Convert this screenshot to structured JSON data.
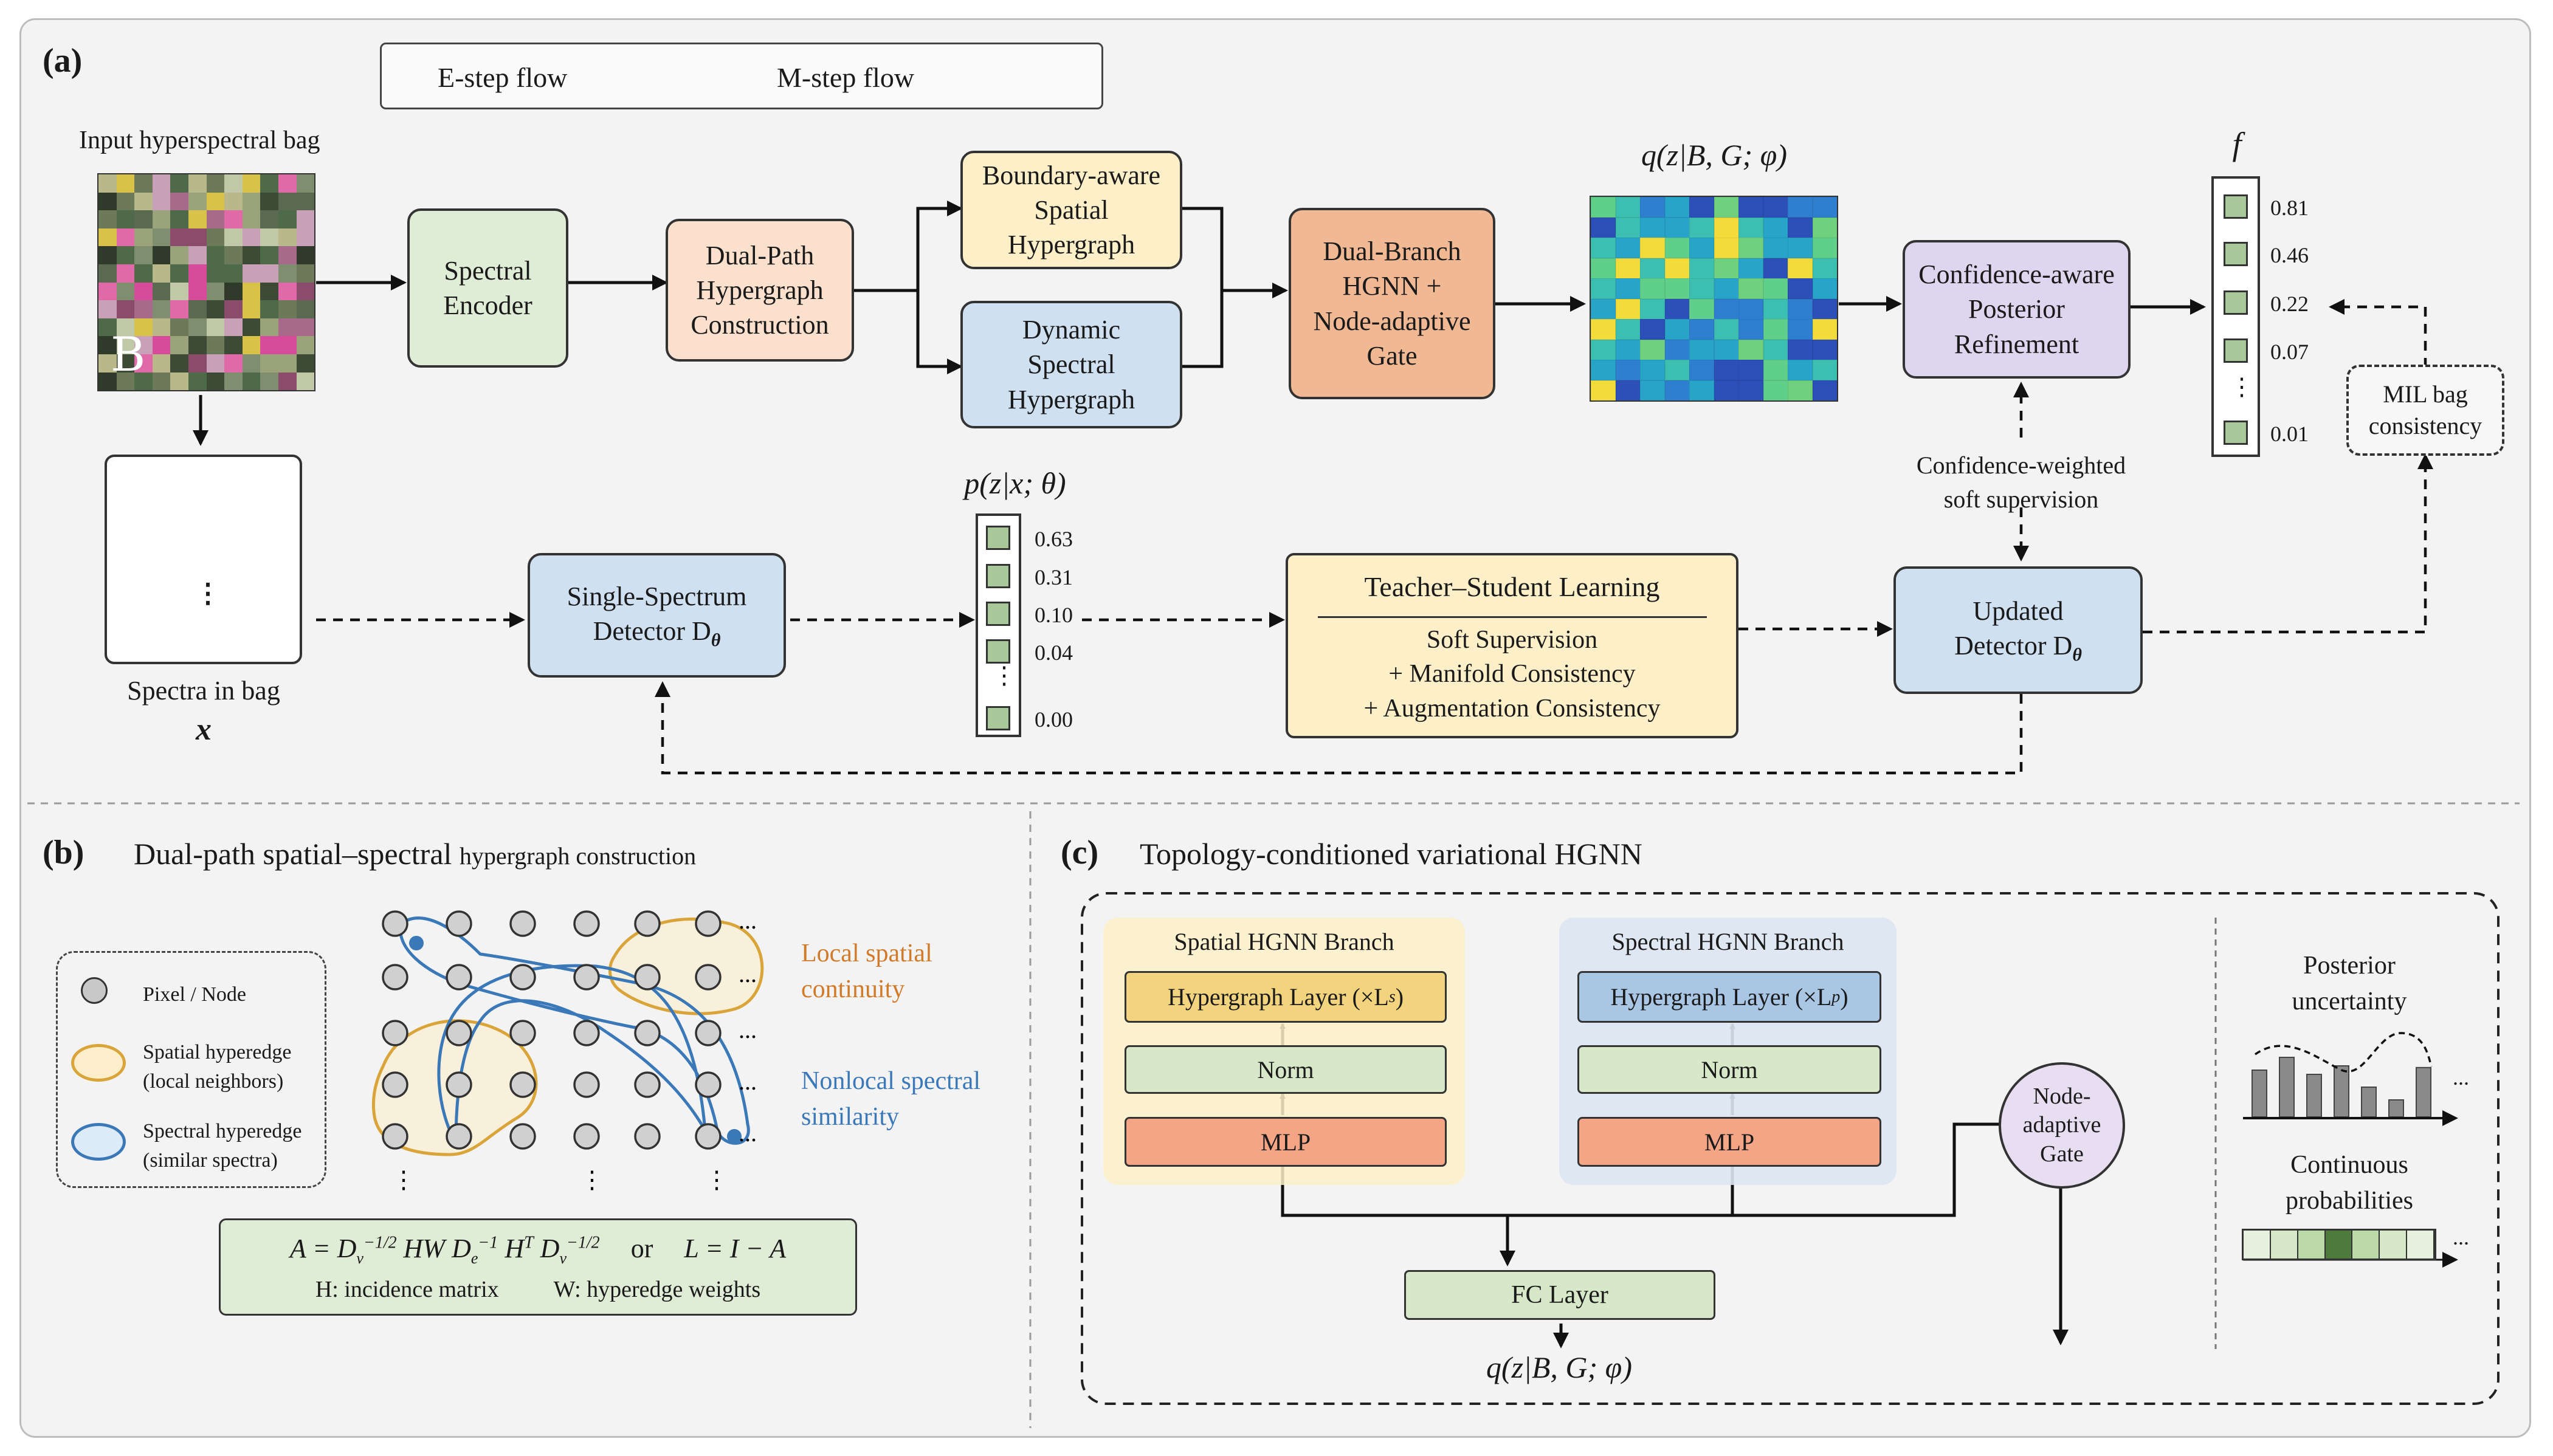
{
  "panel_a": {
    "label": "(a)",
    "legend": {
      "estep": "E-step flow",
      "mstep": "M-step flow"
    },
    "input_label": "Input hyperspectral bag",
    "bag_letter": "B",
    "spectral_encoder": [
      "Spectral",
      "Encoder"
    ],
    "dual_path": [
      "Dual-Path",
      "Hypergraph",
      "Construction"
    ],
    "boundary": [
      "Boundary-aware",
      "Spatial",
      "Hypergraph"
    ],
    "dynamic": [
      "Dynamic",
      "Spectral",
      "Hypergraph"
    ],
    "dual_branch": [
      "Dual-Branch",
      "HGNN +",
      "Node-adaptive",
      "Gate"
    ],
    "q_label": "q(z|B, G; φ)",
    "confidence": [
      "Confidence-aware",
      "Posterior",
      "Refinement"
    ],
    "f_label": "f",
    "f_values": [
      "0.81",
      "0.46",
      "0.22",
      "0.07",
      "⋮",
      "0.01"
    ],
    "mil": [
      "MIL bag",
      "consistency"
    ],
    "conf_weighted": [
      "Confidence-weighted",
      "soft supervision"
    ],
    "spectra_label": "Spectra in bag",
    "x_label": "x",
    "single": [
      "Single-Spectrum",
      "Detector D"
    ],
    "single_sub": "θ",
    "p_label": "p(z|x; θ)",
    "p_values": [
      "0.63",
      "0.31",
      "0.10",
      "0.04",
      "⋮",
      "0.00"
    ],
    "teacher_title": "Teacher–Student Learning",
    "teacher_lines": [
      "Soft Supervision",
      "+ Manifold Consistency",
      "+ Augmentation Consistency"
    ],
    "updated": [
      "Updated",
      "Detector D"
    ],
    "updated_sub": "θ"
  },
  "panel_b": {
    "label": "(b)",
    "title_part1": "Dual-path spatial–spectral",
    "title_part2": "hypergraph construction",
    "legend_pixel": "Pixel / Node",
    "legend_spatial": [
      "Spatial hyperedge",
      "(local neighbors)"
    ],
    "legend_spectral": [
      "Spectral hyperedge",
      "(similar spectra)"
    ],
    "local": [
      "Local spatial",
      "continuity"
    ],
    "nonlocal": [
      "Nonlocal spectral",
      "similarity"
    ],
    "formula": "A = Dᵥ^(−1/2) HW Dₑ^(−1) Hᵀ Dᵥ^(−1/2)   or   L = I − A",
    "formula_or": "or",
    "formula_L": "L = I − A",
    "h_note": "H: incidence matrix",
    "w_note": "W: hyperedge weights",
    "colors": {
      "spatial": "#d9a53a",
      "spectral": "#3a78b8",
      "local_text": "#d07a2a"
    }
  },
  "panel_c": {
    "label": "(c)",
    "title": "Topology-conditioned variational HGNN",
    "spatial_branch": "Spatial HGNN Branch",
    "spectral_branch": "Spectral HGNN Branch",
    "hyper_s": "Hypergraph Layer (×L",
    "hyper_s_sub": "s",
    "hyper_p": "Hypergraph Layer (×L",
    "hyper_p_sub": "p",
    "norm": "Norm",
    "mlp": "MLP",
    "gate": [
      "Node-",
      "adaptive",
      "Gate"
    ],
    "fc": "FC Layer",
    "q_label": "q(z|B, G; φ)",
    "posterior": [
      "Posterior",
      "uncertainty"
    ],
    "continuous": [
      "Continuous",
      "probabilities"
    ],
    "uncertainty_bars": [
      0.55,
      0.7,
      0.5,
      0.6,
      0.35,
      0.2,
      0.58
    ],
    "ellipsis": "..."
  }
}
